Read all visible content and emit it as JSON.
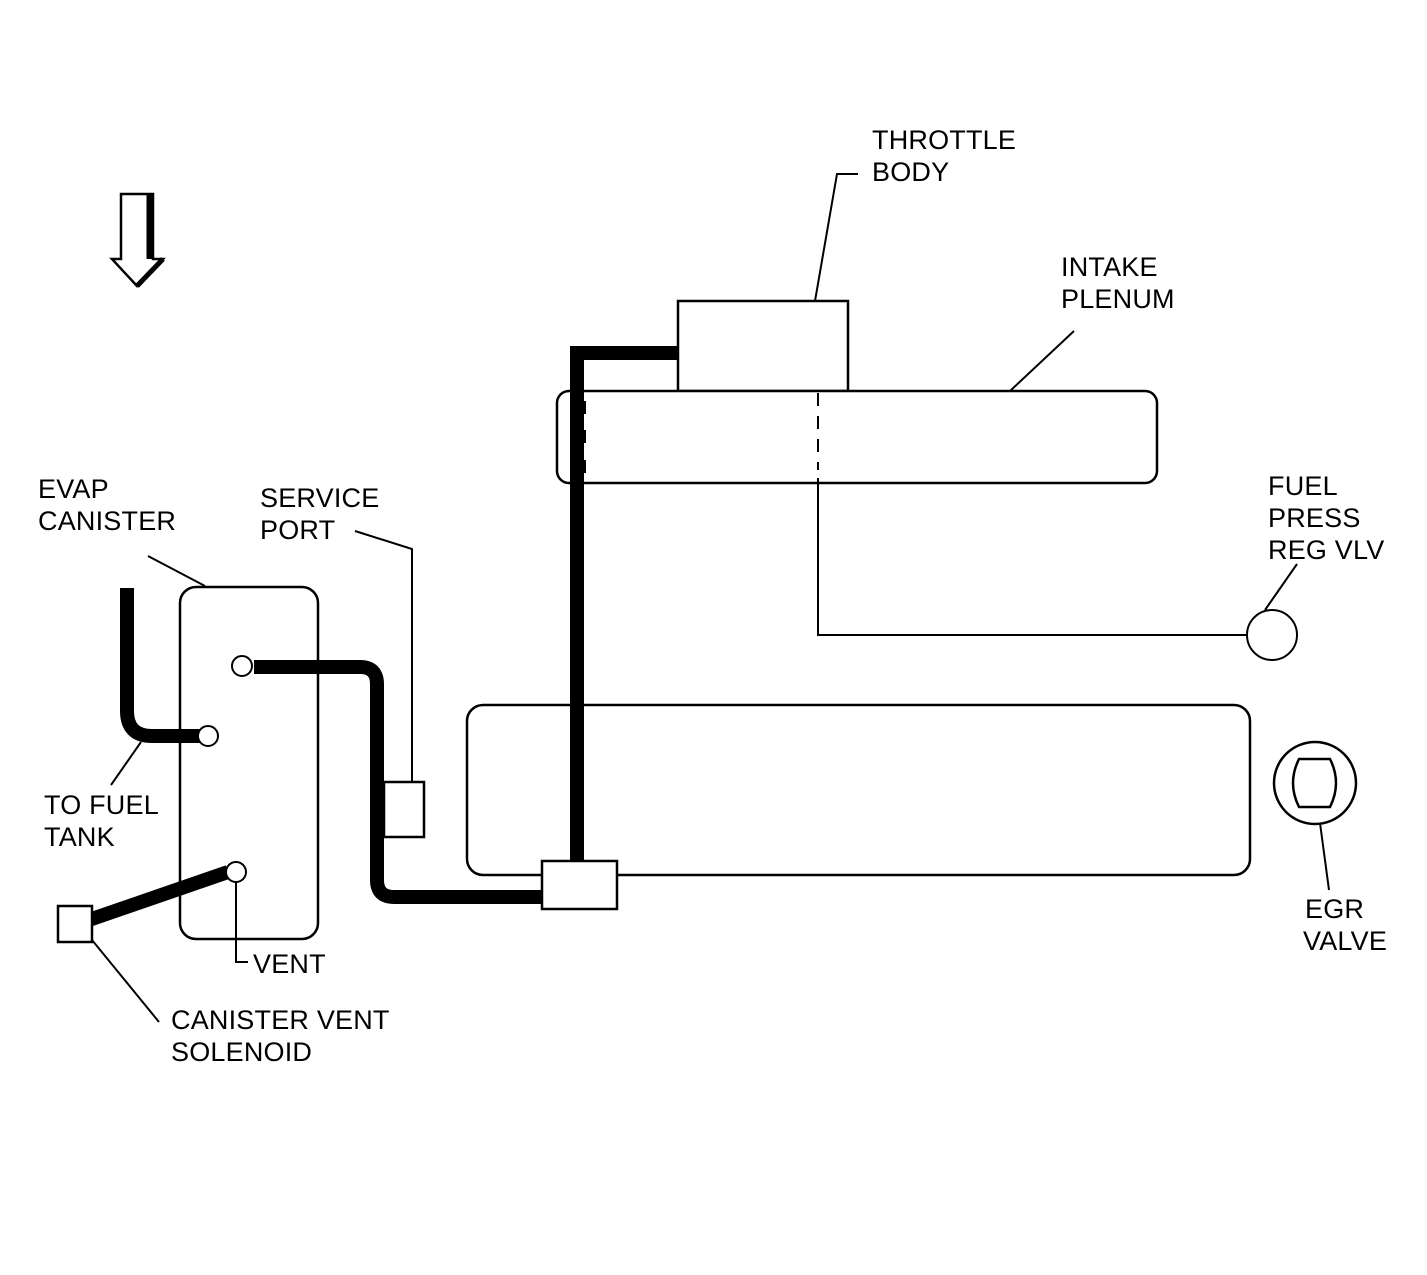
{
  "labels": {
    "throttle_body": [
      "THROTTLE",
      "BODY"
    ],
    "intake_plenum": [
      "INTAKE",
      "PLENUM"
    ],
    "evap_canister": [
      "EVAP",
      "CANISTER"
    ],
    "service_port": [
      "SERVICE",
      "PORT"
    ],
    "fuel_press_reg_vlv": [
      "FUEL",
      "PRESS",
      "REG VLV"
    ],
    "to_fuel_tank": [
      "TO FUEL",
      "TANK"
    ],
    "vent": "VENT",
    "canister_vent_solenoid": [
      "CANISTER VENT",
      "SOLENOID"
    ],
    "egr_valve": [
      "EGR",
      "VALVE"
    ]
  },
  "icons": {
    "orientation_arrow": "down-arrow-icon"
  },
  "colors": {
    "line": "#000000",
    "background": "#ffffff"
  }
}
